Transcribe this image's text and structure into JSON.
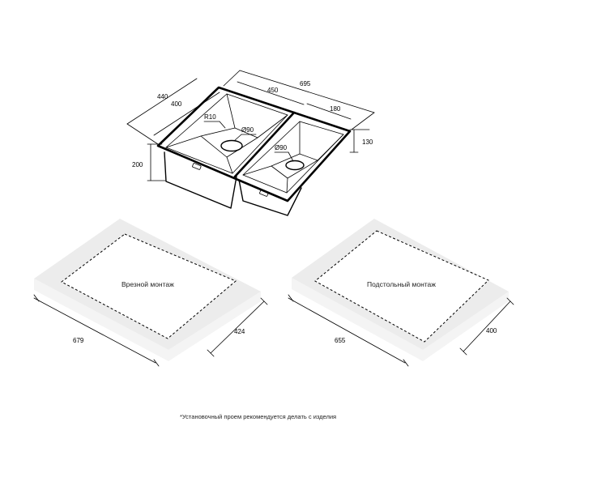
{
  "sink": {
    "dimensions": {
      "total_width": "695",
      "big_bowl_width": "450",
      "small_bowl_width": "180",
      "total_depth": "440",
      "bowl_depth": "400",
      "big_bowl_height": "200",
      "small_bowl_height": "130",
      "corner_radius": "R10",
      "big_drain": "Ø90",
      "small_drain": "Ø90"
    }
  },
  "insert_mount": {
    "label": "Врезной монтаж",
    "length": "679",
    "width": "424"
  },
  "undermount": {
    "label": "Подстольный монтаж",
    "length": "655",
    "width": "400"
  },
  "footnote": "*Установочный проем рекомендуется делать с изделия",
  "colors": {
    "line": "#000000",
    "slab": "#ececec",
    "background": "#ffffff"
  }
}
